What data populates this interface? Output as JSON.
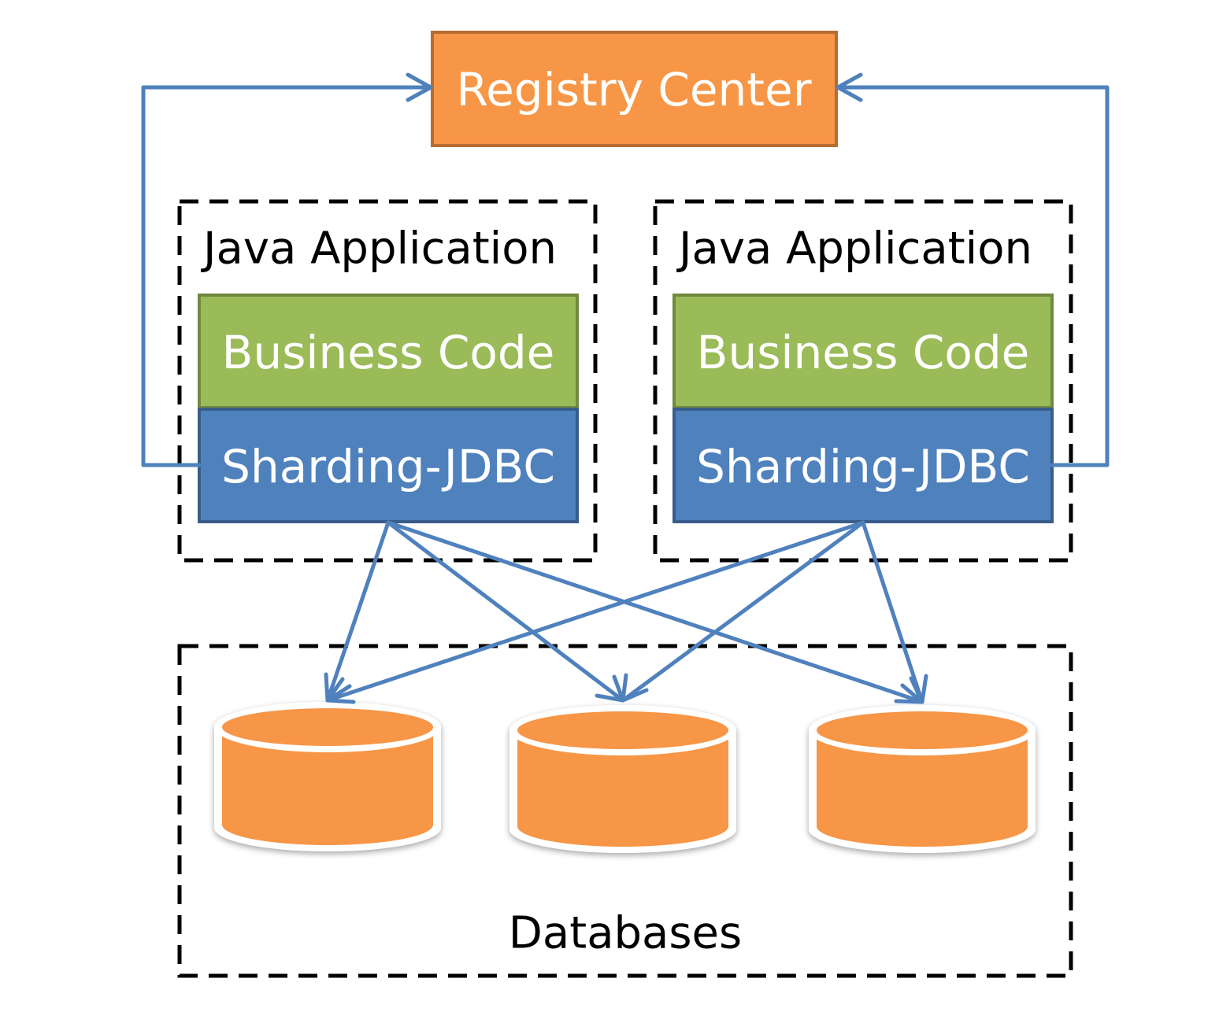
{
  "registry": {
    "label": "Registry Center"
  },
  "apps": [
    {
      "title": "Java Application",
      "business": "Business Code",
      "sharding": "Sharding-JDBC"
    },
    {
      "title": "Java Application",
      "business": "Business Code",
      "sharding": "Sharding-JDBC"
    }
  ],
  "databases": {
    "label": "Databases",
    "count": 3
  },
  "colors": {
    "registry_fill": "#F79646",
    "registry_border": "#B66D31",
    "business_fill": "#9BBB59",
    "business_border": "#71893F",
    "sharding_fill": "#4F81BD",
    "sharding_border": "#385D8A",
    "arrow": "#4F81BD",
    "db_fill": "#F79646"
  }
}
